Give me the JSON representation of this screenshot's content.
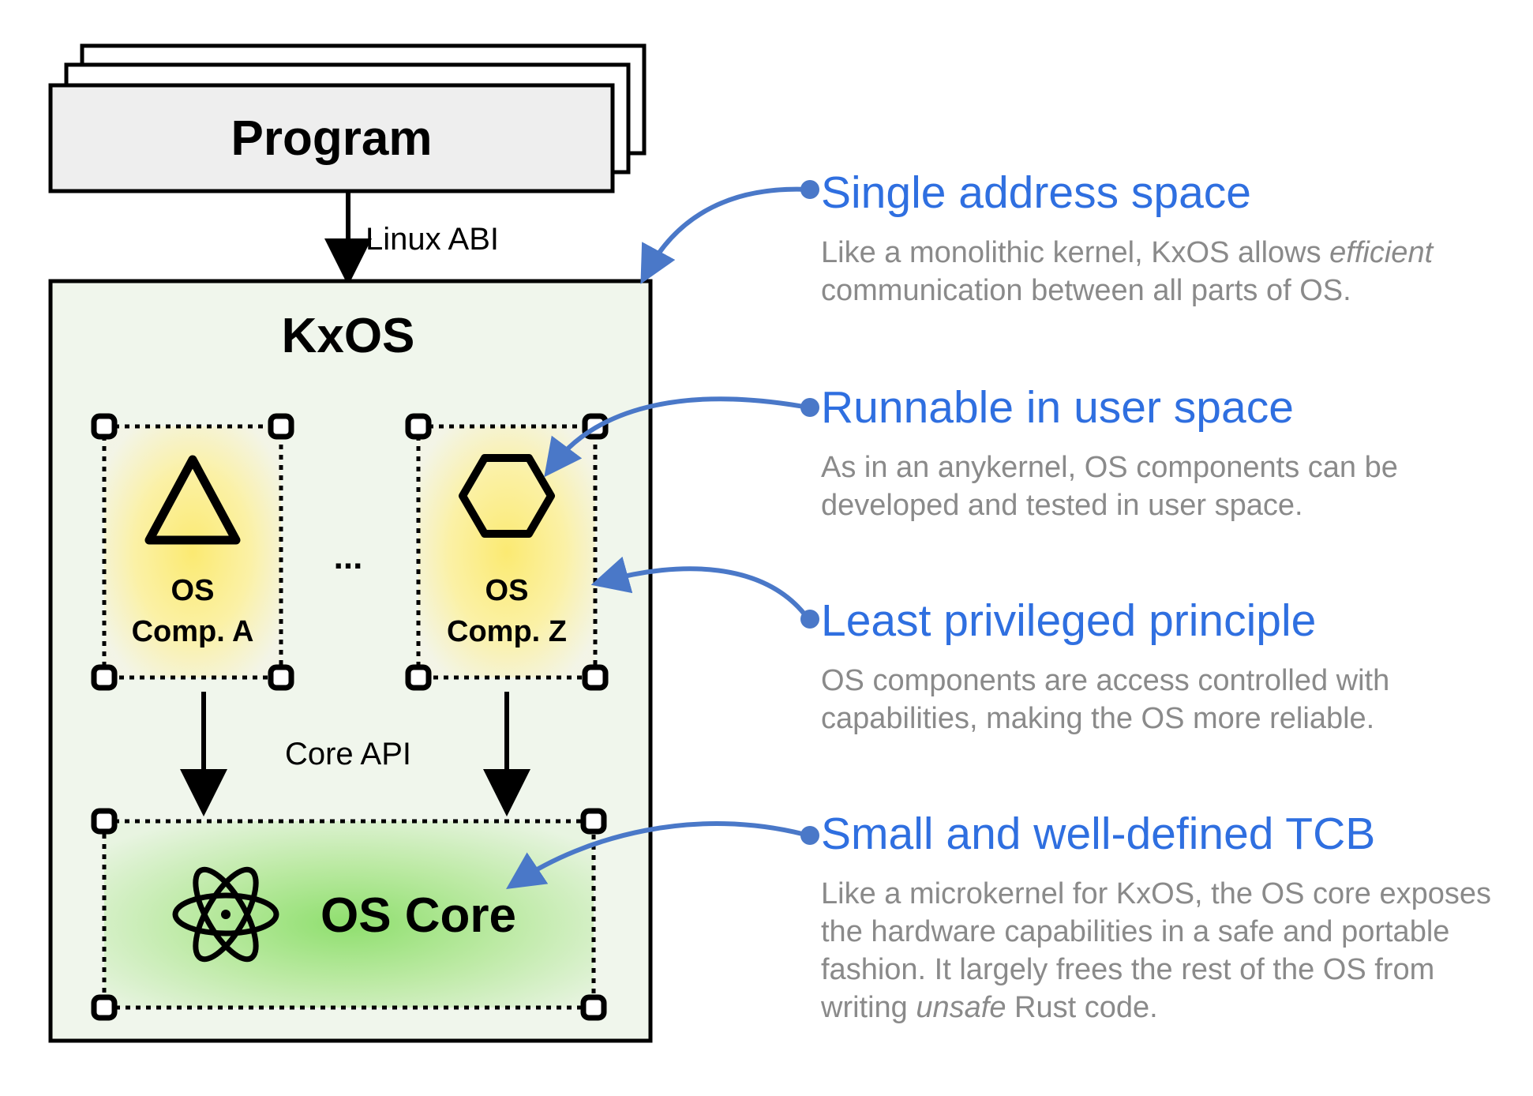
{
  "diagram": {
    "program": {
      "label": "Program"
    },
    "program_to_kernel": {
      "label": "Linux ABI"
    },
    "kernel": {
      "label": "KxOS"
    },
    "component_a": {
      "label_line1": "OS",
      "label_line2": "Comp. A",
      "icon": "triangle-icon"
    },
    "component_z": {
      "label_line1": "OS",
      "label_line2": "Comp. Z",
      "icon": "hexagon-icon"
    },
    "ellipsis": "...",
    "core_api": {
      "label": "Core API"
    },
    "core": {
      "label": "OS Core",
      "icon": "atom-icon"
    }
  },
  "features": [
    {
      "title": "Single address space",
      "desc_parts": [
        "Like a monolithic kernel, KxOS allows ",
        "efficient",
        " communication between all parts of OS."
      ]
    },
    {
      "title": "Runnable in user space",
      "desc_parts": [
        "As in an anykernel, OS components can be developed and tested in user space."
      ]
    },
    {
      "title": "Least privileged principle",
      "desc_parts": [
        "OS components are access controlled with capabilities, making the OS more reliable."
      ]
    },
    {
      "title": "Small and well-defined TCB",
      "desc_parts": [
        "Like a microkernel for KxOS, the OS core exposes the hardware capabilities in a safe and portable fashion. It largely frees the rest of the OS from writing ",
        "unsafe",
        " Rust code."
      ]
    }
  ],
  "colors": {
    "accent_blue": "#2f6fe0",
    "arrow_blue": "#4a78c8",
    "description_gray": "#8a8a8a",
    "kernel_fill": "#eef5ea",
    "program_fill": "#eeeeee",
    "component_glow": "#fbee8e",
    "core_glow": "#a9e690"
  }
}
